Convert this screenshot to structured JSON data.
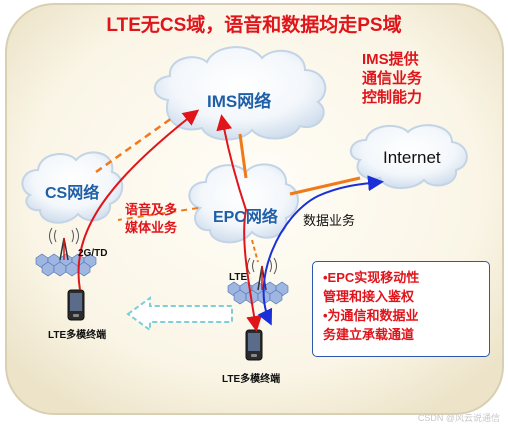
{
  "title": "LTE无CS域，语音和数据均走PS域",
  "clouds": {
    "ims": "IMS网络",
    "cs": "CS网络",
    "epc": "EPC网络",
    "internet": "Internet"
  },
  "annotations": {
    "ims_role": [
      "IMS提供",
      "通信业务",
      "控制能力"
    ],
    "voice_multimedia": [
      "语音及多",
      "媒体业务"
    ],
    "data_service": "数据业务",
    "epc_role": [
      "•EPC实现移动性",
      "管理和接入鉴权",
      "•为通信和数据业",
      "务建立承载通道"
    ]
  },
  "base_stations": {
    "legacy": "2G/TD",
    "lte": "LTE"
  },
  "terminals": {
    "left": "LTE多模终端",
    "bottom": "LTE多模终端"
  },
  "watermark": "CSDN @风云说通信",
  "colors": {
    "title_red": "#e0151b",
    "cloud_blue_text": "#1f5fa8",
    "voice_arrow": "#e0151b",
    "data_arrow": "#1a2fd8",
    "link_orange": "#f07a1a",
    "handover_arrow": "#7ccfd8",
    "panel_border": "#d9cfb3",
    "panel_fill": "#f8f3e3"
  }
}
